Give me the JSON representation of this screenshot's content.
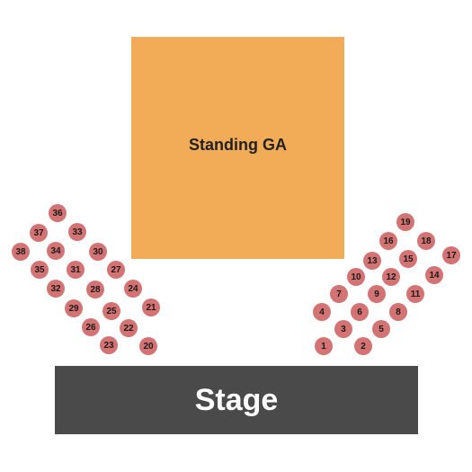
{
  "colors": {
    "ga_fill": "#F2AC57",
    "stage_fill": "#4A4A4A",
    "seat_fill": "#D47373"
  },
  "sections": {
    "ga_label": "Standing GA",
    "stage_label": "Stage"
  },
  "seats": [
    "1",
    "2",
    "3",
    "4",
    "5",
    "6",
    "7",
    "8",
    "9",
    "10",
    "11",
    "12",
    "13",
    "14",
    "15",
    "16",
    "17",
    "18",
    "19",
    "20",
    "21",
    "22",
    "23",
    "24",
    "25",
    "26",
    "27",
    "28",
    "29",
    "30",
    "31",
    "32",
    "33",
    "34",
    "35",
    "36",
    "37",
    "38"
  ]
}
